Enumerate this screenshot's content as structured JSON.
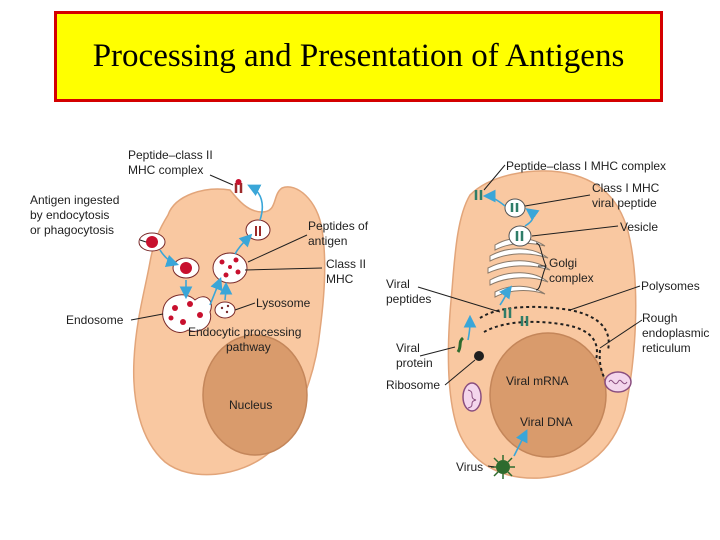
{
  "title": "Processing and Presentation of Antigens",
  "colors": {
    "title_bg": "#ffff00",
    "title_border": "#d40000",
    "cell_fill": "#f9c8a1",
    "nucleus_fill": "#d99b6c",
    "antigen_red": "#c8102e",
    "arrow_blue": "#3aa6d8",
    "mhc_green": "#2f7d68",
    "virus_green": "#2e6b2e",
    "mitochondria_purple": "#8a4e7f"
  },
  "left_cell": {
    "labels": {
      "peptide_class2_line1": "Peptide–class II",
      "peptide_class2_line2": "MHC complex",
      "antigen_ingested_line1": "Antigen ingested",
      "antigen_ingested_line2": "by endocytosis",
      "antigen_ingested_line3": "or phagocytosis",
      "peptides_of_antigen_line1": "Peptides of",
      "peptides_of_antigen_line2": "antigen",
      "class2_mhc_line1": "Class II",
      "class2_mhc_line2": "MHC",
      "lysosome": "Lysosome",
      "endosome": "Endosome",
      "endocytic_line1": "Endocytic processing",
      "endocytic_line2": "pathway",
      "nucleus": "Nucleus"
    }
  },
  "right_cell": {
    "labels": {
      "peptide_class1": "Peptide–class I MHC complex",
      "class1_mhc_line1": "Class I MHC",
      "class1_mhc_line2": "viral peptide",
      "vesicle": "Vesicle",
      "golgi_line1": "Golgi",
      "golgi_line2": "complex",
      "polysomes": "Polysomes",
      "viral_peptides_line1": "Viral",
      "viral_peptides_line2": "peptides",
      "rough_er_line1": "Rough",
      "rough_er_line2": "endoplasmic",
      "rough_er_line3": "reticulum",
      "viral_protein_line1": "Viral",
      "viral_protein_line2": "protein",
      "ribosome": "Ribosome",
      "viral_mrna": "Viral mRNA",
      "viral_dna": "Viral DNA",
      "virus": "Virus"
    }
  }
}
